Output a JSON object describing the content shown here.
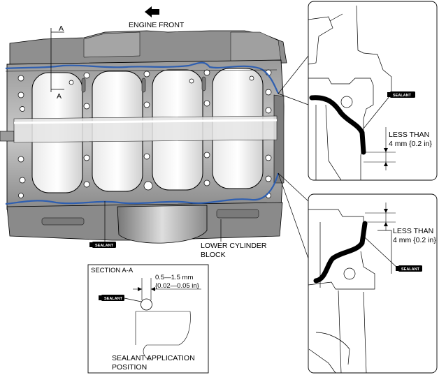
{
  "labels": {
    "engine_front": "ENGINE FRONT",
    "section_marker": "A",
    "lower_cylinder_block_line1": "LOWER CYLINDER",
    "lower_cylinder_block_line2": "BLOCK",
    "section_title": "SECTION A-A",
    "bead_width_line1": "0.5—1.5 mm",
    "bead_width_line2": "{0.02—0.05 in}",
    "sealant_position_line1": "SEALANT APPLICATION",
    "sealant_position_line2": "POSITION",
    "less_than_line1": "LESS THAN",
    "less_than_line2": "4 mm {0.2 in}",
    "sealant_tube": "SEALANT"
  },
  "colors": {
    "sealant_bead": "#2f5fb0",
    "block_fill": "#b9b9b9",
    "block_dark": "#6b6b6b",
    "line": "#000000"
  }
}
